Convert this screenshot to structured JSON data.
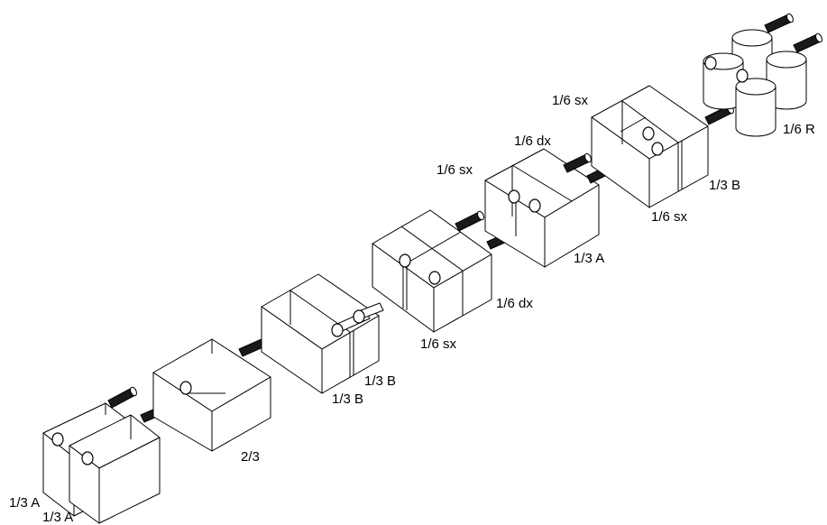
{
  "labels": {
    "l1": "1/3 A",
    "l2": "1/3 A",
    "l3": "2/3",
    "l4": "1/3 B",
    "l5": "1/3 B",
    "l6": "1/6 sx",
    "l7": "1/6 dx",
    "l8": "1/6 sx",
    "l9": "1/6 dx",
    "l10": "1/3 A",
    "l11": "1/6 sx",
    "l12": "1/6 sx",
    "l13": "1/3 B",
    "l14": "1/6 R"
  }
}
